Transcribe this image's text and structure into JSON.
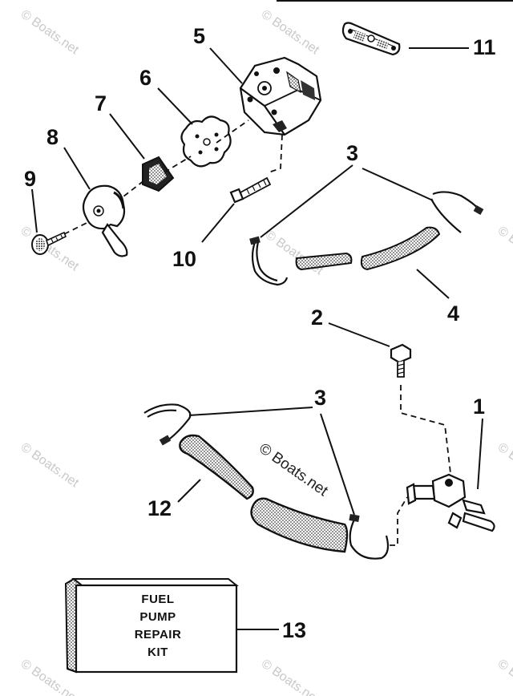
{
  "watermark": {
    "text": "© Boats.net"
  },
  "callouts": {
    "p1": "1",
    "p2": "2",
    "p3a": "3",
    "p3b": "3",
    "p4": "4",
    "p5": "5",
    "p6": "6",
    "p7": "7",
    "p8": "8",
    "p9": "9",
    "p10": "10",
    "p11": "11",
    "p12": "12",
    "p13": "13"
  },
  "kit": {
    "line1": "FUEL",
    "line2": "PUMP",
    "line3": "REPAIR",
    "line4": "KIT"
  }
}
